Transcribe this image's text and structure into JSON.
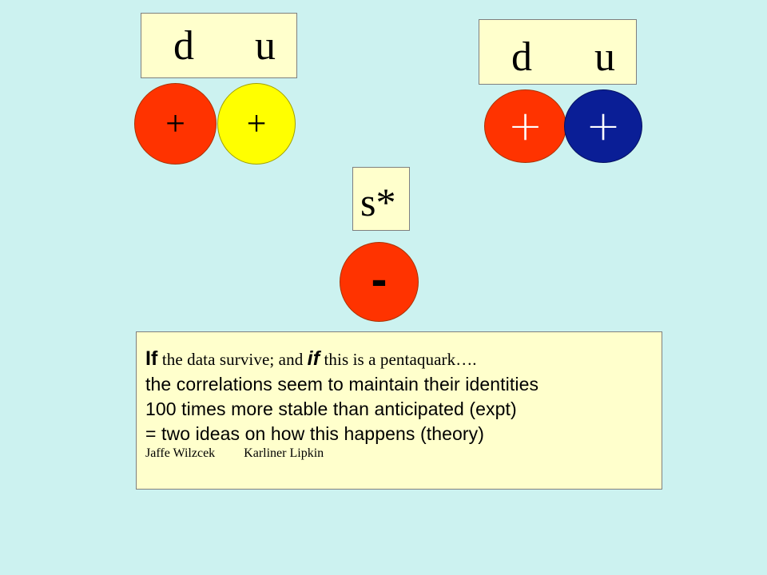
{
  "pair_left": {
    "quarks": [
      "d",
      "u"
    ],
    "charges": [
      "+",
      "+"
    ],
    "colors": [
      "#ff3300",
      "#ffff00"
    ]
  },
  "pair_right": {
    "quarks": [
      "d",
      "u"
    ],
    "charges": [
      "+",
      "+"
    ],
    "colors": [
      "#ff3300",
      "#0a1e96"
    ]
  },
  "strange": {
    "quark": "s*",
    "charge": "-",
    "color": "#ff3300"
  },
  "note": {
    "line1_if1": "If",
    "line1_mid": " the data survive; and ",
    "line1_if2": "if",
    "line1_end": " this is a pentaquark….",
    "line2": "the correlations seem to maintain their identities",
    "line3": "100 times more stable than anticipated (expt)",
    "line4": "= two ideas on how this happens (theory)",
    "credit_a": "Jaffe Wilzcek",
    "credit_b": "Karliner Lipkin"
  }
}
